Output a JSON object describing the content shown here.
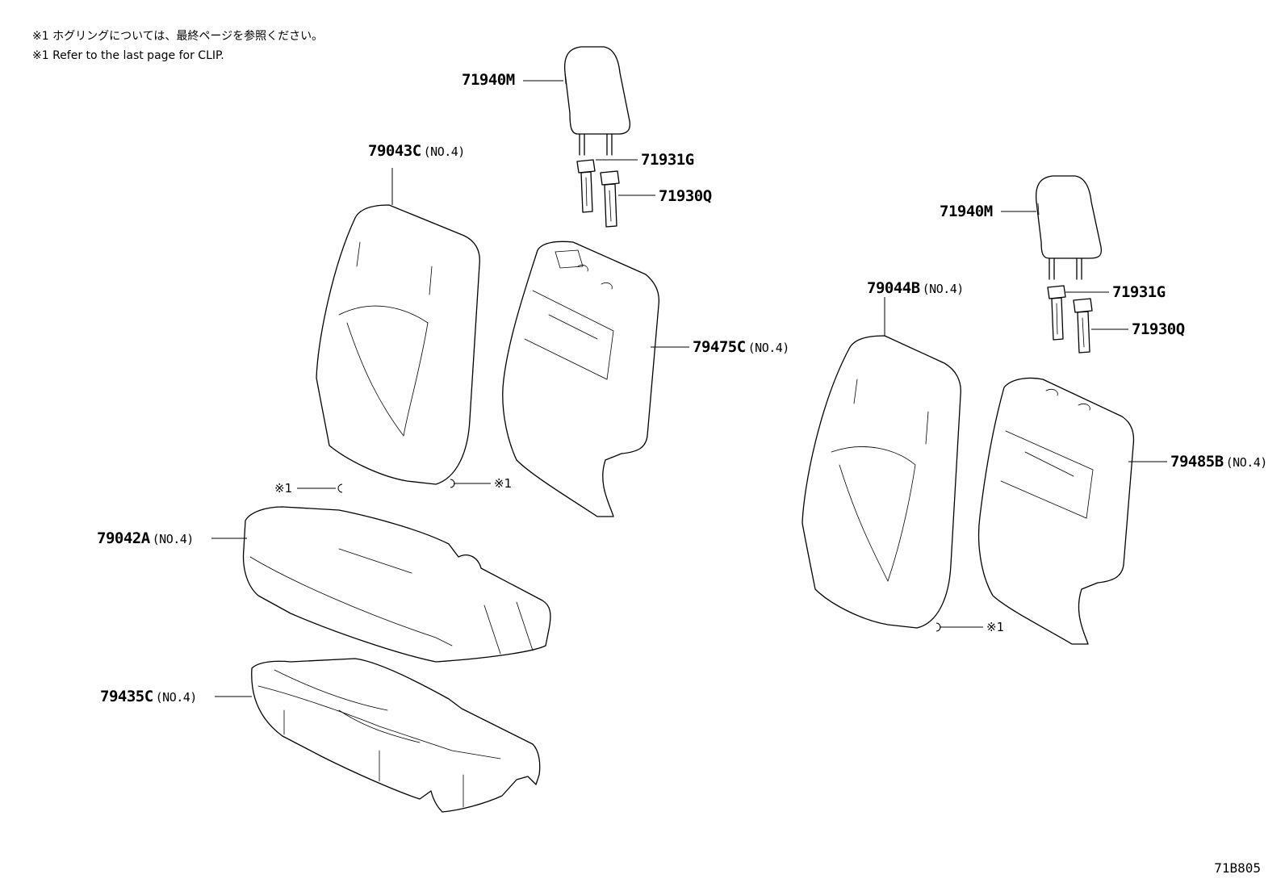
{
  "notes": {
    "jp": "※1 ホグリングについては、最終ページを参照ください。",
    "en": "※1 Refer to the last page for CLIP."
  },
  "callouts": [
    {
      "id": "headrest-left",
      "part": "71940M",
      "qty": ""
    },
    {
      "id": "support-left",
      "part": "71931G",
      "qty": ""
    },
    {
      "id": "guide-left",
      "part": "71930Q",
      "qty": ""
    },
    {
      "id": "back-cover-left",
      "part": "79043C",
      "qty": "(NO.4)"
    },
    {
      "id": "back-pad-left",
      "part": "79475C",
      "qty": "(NO.4)"
    },
    {
      "id": "cushion-cover",
      "part": "79042A",
      "qty": "(NO.4)"
    },
    {
      "id": "cushion-pad",
      "part": "79435C",
      "qty": "(NO.4)"
    },
    {
      "id": "headrest-right",
      "part": "71940M",
      "qty": ""
    },
    {
      "id": "support-right",
      "part": "71931G",
      "qty": ""
    },
    {
      "id": "guide-right",
      "part": "71930Q",
      "qty": ""
    },
    {
      "id": "back-cover-right",
      "part": "79044B",
      "qty": "(NO.4)"
    },
    {
      "id": "back-pad-right",
      "part": "79485B",
      "qty": "(NO.4)"
    }
  ],
  "clip_mark": "※1",
  "diagram_code": "71B805"
}
